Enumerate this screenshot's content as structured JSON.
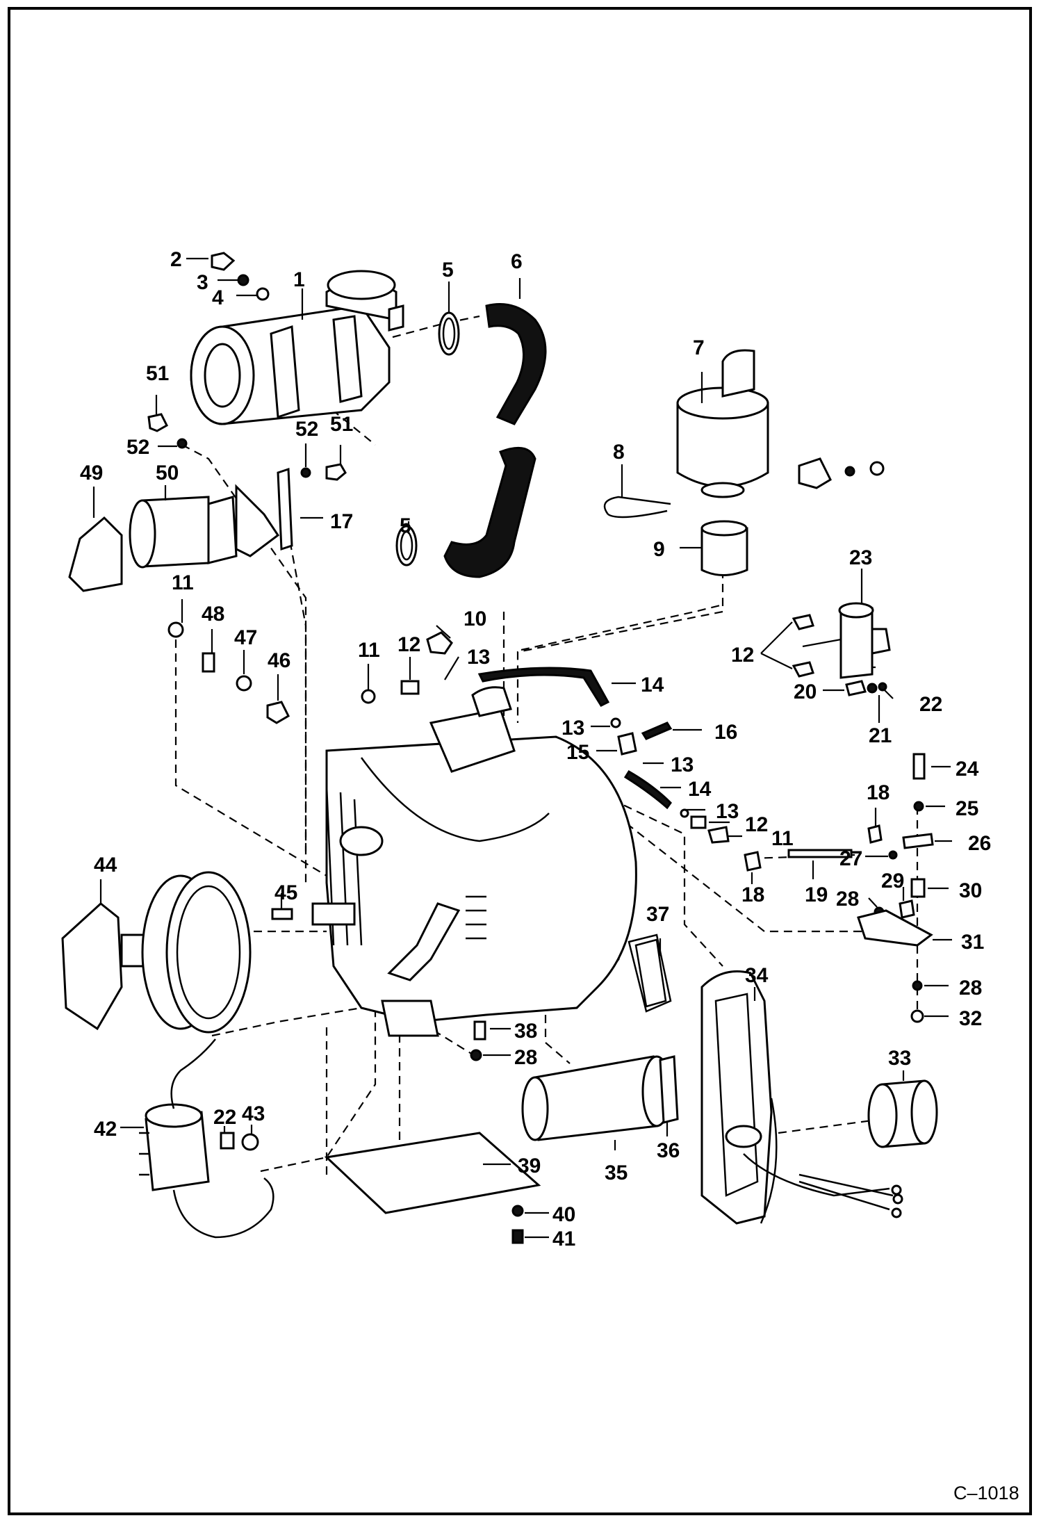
{
  "drawing": {
    "code": "C–1018"
  },
  "callouts": [
    {
      "id": "c2a",
      "text": "2"
    },
    {
      "id": "c3a",
      "text": "3"
    },
    {
      "id": "c4a",
      "text": "4"
    },
    {
      "id": "c1",
      "text": "1"
    },
    {
      "id": "c5a",
      "text": "5"
    },
    {
      "id": "c6",
      "text": "6"
    },
    {
      "id": "c51a",
      "text": "51"
    },
    {
      "id": "c52a",
      "text": "52"
    },
    {
      "id": "c52b",
      "text": "52"
    },
    {
      "id": "c51b",
      "text": "51"
    },
    {
      "id": "c50",
      "text": "50"
    },
    {
      "id": "c49",
      "text": "49"
    },
    {
      "id": "c17",
      "text": "17"
    },
    {
      "id": "c7",
      "text": "7"
    },
    {
      "id": "c8",
      "text": "8"
    },
    {
      "id": "c9",
      "text": "9"
    },
    {
      "id": "c5b",
      "text": "5"
    },
    {
      "id": "c23",
      "text": "23"
    },
    {
      "id": "c11a",
      "text": "11"
    },
    {
      "id": "c48",
      "text": "48"
    },
    {
      "id": "c47",
      "text": "47"
    },
    {
      "id": "c46",
      "text": "46"
    },
    {
      "id": "c10",
      "text": "10"
    },
    {
      "id": "c11b",
      "text": "11"
    },
    {
      "id": "c12a",
      "text": "12"
    },
    {
      "id": "c13a",
      "text": "13"
    },
    {
      "id": "c14a",
      "text": "14"
    },
    {
      "id": "c12b",
      "text": "12"
    },
    {
      "id": "c20",
      "text": "20"
    },
    {
      "id": "c22a",
      "text": "22"
    },
    {
      "id": "c21",
      "text": "21"
    },
    {
      "id": "c13b",
      "text": "13"
    },
    {
      "id": "c15",
      "text": "15"
    },
    {
      "id": "c16",
      "text": "16"
    },
    {
      "id": "c13c",
      "text": "13"
    },
    {
      "id": "c14b",
      "text": "14"
    },
    {
      "id": "c13d",
      "text": "13"
    },
    {
      "id": "c12c",
      "text": "12"
    },
    {
      "id": "c11c",
      "text": "11"
    },
    {
      "id": "c24",
      "text": "24"
    },
    {
      "id": "c25",
      "text": "25"
    },
    {
      "id": "c18a",
      "text": "18"
    },
    {
      "id": "c26",
      "text": "26"
    },
    {
      "id": "c27",
      "text": "27"
    },
    {
      "id": "c18b",
      "text": "18"
    },
    {
      "id": "c19",
      "text": "19"
    },
    {
      "id": "c29",
      "text": "29"
    },
    {
      "id": "c30",
      "text": "30"
    },
    {
      "id": "c28a",
      "text": "28"
    },
    {
      "id": "c31",
      "text": "31"
    },
    {
      "id": "c44",
      "text": "44"
    },
    {
      "id": "c45",
      "text": "45"
    },
    {
      "id": "c37",
      "text": "37"
    },
    {
      "id": "c34",
      "text": "34"
    },
    {
      "id": "c28b",
      "text": "28"
    },
    {
      "id": "c32",
      "text": "32"
    },
    {
      "id": "c38",
      "text": "38"
    },
    {
      "id": "c28c",
      "text": "28"
    },
    {
      "id": "c33",
      "text": "33"
    },
    {
      "id": "c42",
      "text": "42"
    },
    {
      "id": "c22b",
      "text": "22"
    },
    {
      "id": "c43",
      "text": "43"
    },
    {
      "id": "c39",
      "text": "39"
    },
    {
      "id": "c35",
      "text": "35"
    },
    {
      "id": "c36",
      "text": "36"
    },
    {
      "id": "c40",
      "text": "40"
    },
    {
      "id": "c41",
      "text": "41"
    }
  ]
}
